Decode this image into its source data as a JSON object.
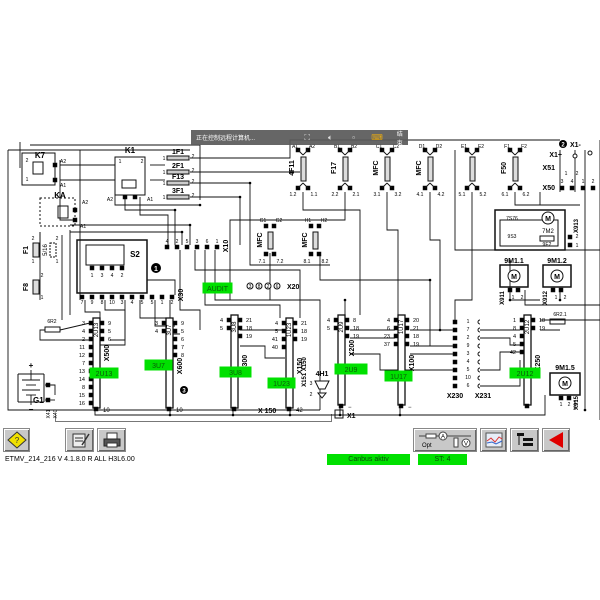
{
  "overlay": {
    "title": "正在控制远程计算机...",
    "end_label": "结束"
  },
  "diagram": {
    "relays": {
      "k7": "K7",
      "ka": "KA",
      "k1": "K1",
      "s2": "S2",
      "k_pins": [
        "A2",
        "A1"
      ],
      "k_contacts": [
        "1",
        "2"
      ]
    },
    "fuses_left": [
      {
        "label": "1F1",
        "pins": [
          "1",
          "2"
        ]
      },
      {
        "label": "2F1",
        "pins": [
          "1",
          "2"
        ]
      },
      {
        "label": "F13",
        "pins": [
          "1",
          "2"
        ]
      },
      {
        "label": "3F1",
        "pins": [
          "1",
          "2"
        ]
      }
    ],
    "fuses_top": [
      {
        "label": "4F11",
        "pins": [
          "A1",
          "A2",
          "1.2",
          "1.1"
        ]
      },
      {
        "label": "F17",
        "pins": [
          "B1",
          "B2",
          "2.2",
          "2.1"
        ]
      },
      {
        "label": "MFC",
        "pins": [
          "C1",
          "C2",
          "3.1",
          "3.2"
        ]
      },
      {
        "label": "MFC",
        "pins": [
          "D1",
          "D2",
          "4.1",
          "4.2"
        ]
      },
      {
        "label": "",
        "pins": [
          "E1",
          "E2",
          "5.1",
          "5.2"
        ]
      },
      {
        "label": "F50",
        "pins": [
          "F1",
          "F2",
          "6.1",
          "6.2"
        ]
      }
    ],
    "fuses_mid": [
      {
        "label": "MFC",
        "pins": [
          "G1",
          "G2",
          "7.1",
          "7.2"
        ]
      },
      {
        "label": "MFC",
        "pins": [
          "H1",
          "H2",
          "8.1",
          "8.2"
        ]
      }
    ],
    "fuses_side": [
      {
        "label": "F1",
        "extra": "5/16",
        "pins": [
          "2",
          "1",
          "2",
          "1"
        ]
      },
      {
        "label": "F8",
        "pins": [
          "2",
          "1"
        ]
      }
    ],
    "x10": {
      "label": "X10",
      "pins": [
        "4",
        "2",
        "5",
        "3",
        "6",
        "1"
      ]
    },
    "x30": {
      "label": "X30",
      "pins": [
        "7",
        "9",
        "8",
        "10",
        "3",
        "4",
        "5",
        "5",
        "1",
        "2"
      ]
    },
    "s2_pins": [
      "1",
      "3",
      "4",
      "2"
    ],
    "marker1": "1",
    "marker2": "2",
    "marker3": "3",
    "audit": "AUDIT",
    "x20": {
      "label": "X20",
      "pins": [
        "3",
        "8",
        "2",
        "6"
      ]
    },
    "x1_top": {
      "plus": "X1+",
      "minus": "X1-"
    },
    "x51": {
      "label": "X51",
      "pins": [
        "1",
        "2"
      ]
    },
    "x50": {
      "label": "X50",
      "pins": [
        "3",
        "4",
        "1",
        "2"
      ]
    },
    "m7": {
      "motor": "M",
      "label": "7M2",
      "switch": "7S76",
      "switch2": "9S3",
      "heater": "9E2",
      "conn": "X913",
      "pins": [
        "2",
        "1"
      ]
    },
    "m91": {
      "label": "9M1.1",
      "motor": "M",
      "conn": "X911",
      "pins": [
        "1",
        "2"
      ]
    },
    "m92": {
      "label": "9M1.2",
      "motor": "M",
      "conn": "X912",
      "pins": [
        "1",
        "2"
      ]
    },
    "m95": {
      "label": "9M1.5",
      "motor": "M",
      "conn": "X915",
      "pins": [
        "1",
        "2"
      ]
    },
    "modules": [
      {
        "id": "2U13",
        "conn": "X500",
        "left": [
          "3",
          "4",
          "2",
          "11",
          "12",
          "7",
          "13",
          "14",
          "8",
          "15",
          "16"
        ],
        "right": [
          "9",
          "5",
          "6"
        ],
        "bottom": "10"
      },
      {
        "id": "3U7",
        "conn": "X600",
        "left": [
          "3",
          "4"
        ],
        "right": [
          "9",
          "5",
          "6",
          "7",
          "8"
        ],
        "bottom": "10"
      },
      {
        "id": "3U8",
        "conn": "X300",
        "left": [
          "4",
          "5"
        ],
        "right": [
          "21",
          "18",
          "19"
        ],
        "bottom": "−"
      },
      {
        "id": "1U23",
        "conn": "X150",
        "left": [
          "4",
          "5",
          "41",
          "40"
        ],
        "right": [
          "21",
          "18",
          "19"
        ],
        "bottom": "42"
      },
      {
        "id": "2U9",
        "conn": "X200",
        "left": [
          "4",
          "5"
        ],
        "right": [
          "8",
          "18",
          "19"
        ],
        "bottom": "−"
      },
      {
        "id": "1U17",
        "conn": "X100",
        "left": [
          "4",
          "6",
          "23",
          "37"
        ],
        "right": [
          "20",
          "21",
          "18",
          "19"
        ],
        "bottom": "−"
      },
      {
        "id": "2U12",
        "conn": "X250",
        "left": [
          "1",
          "8",
          "4",
          "5",
          "42"
        ],
        "right": [
          "18",
          "19"
        ],
        "bottom": ""
      }
    ],
    "x150_label": "X 150",
    "x151_label": "X151 X150",
    "lamp": {
      "label": "4H1",
      "pins": [
        "3",
        "2"
      ]
    },
    "x1_ground": "X1",
    "resistor_left": "6R2",
    "resistor_right": "6R2.1",
    "x230": {
      "label": "X230",
      "pins": [
        "1",
        "7",
        "2",
        "9",
        "3",
        "4",
        "5",
        "10",
        "6"
      ]
    },
    "x231": {
      "label": "X231"
    },
    "battery": {
      "label": "G1",
      "plus": "+",
      "minus": "−",
      "conn": [
        "X41",
        "X40"
      ]
    }
  },
  "toolbar": {
    "help_icon": "help-diamond-icon",
    "edit_icon": "notepad-icon",
    "print_icon": "printer-icon",
    "opt_label": "Opt",
    "meter_a": "A",
    "meter_v": "V",
    "graph_icon": "graph-icon",
    "tree_icon": "tree-icon",
    "back_icon": "back-arrow-icon"
  },
  "status": {
    "version": "ETMV_214_216 V 4.1.8.0 R ALL H3L6.00",
    "canbus": "Canbus aktiv",
    "st": "ST: 4",
    "green": "#00e000"
  }
}
